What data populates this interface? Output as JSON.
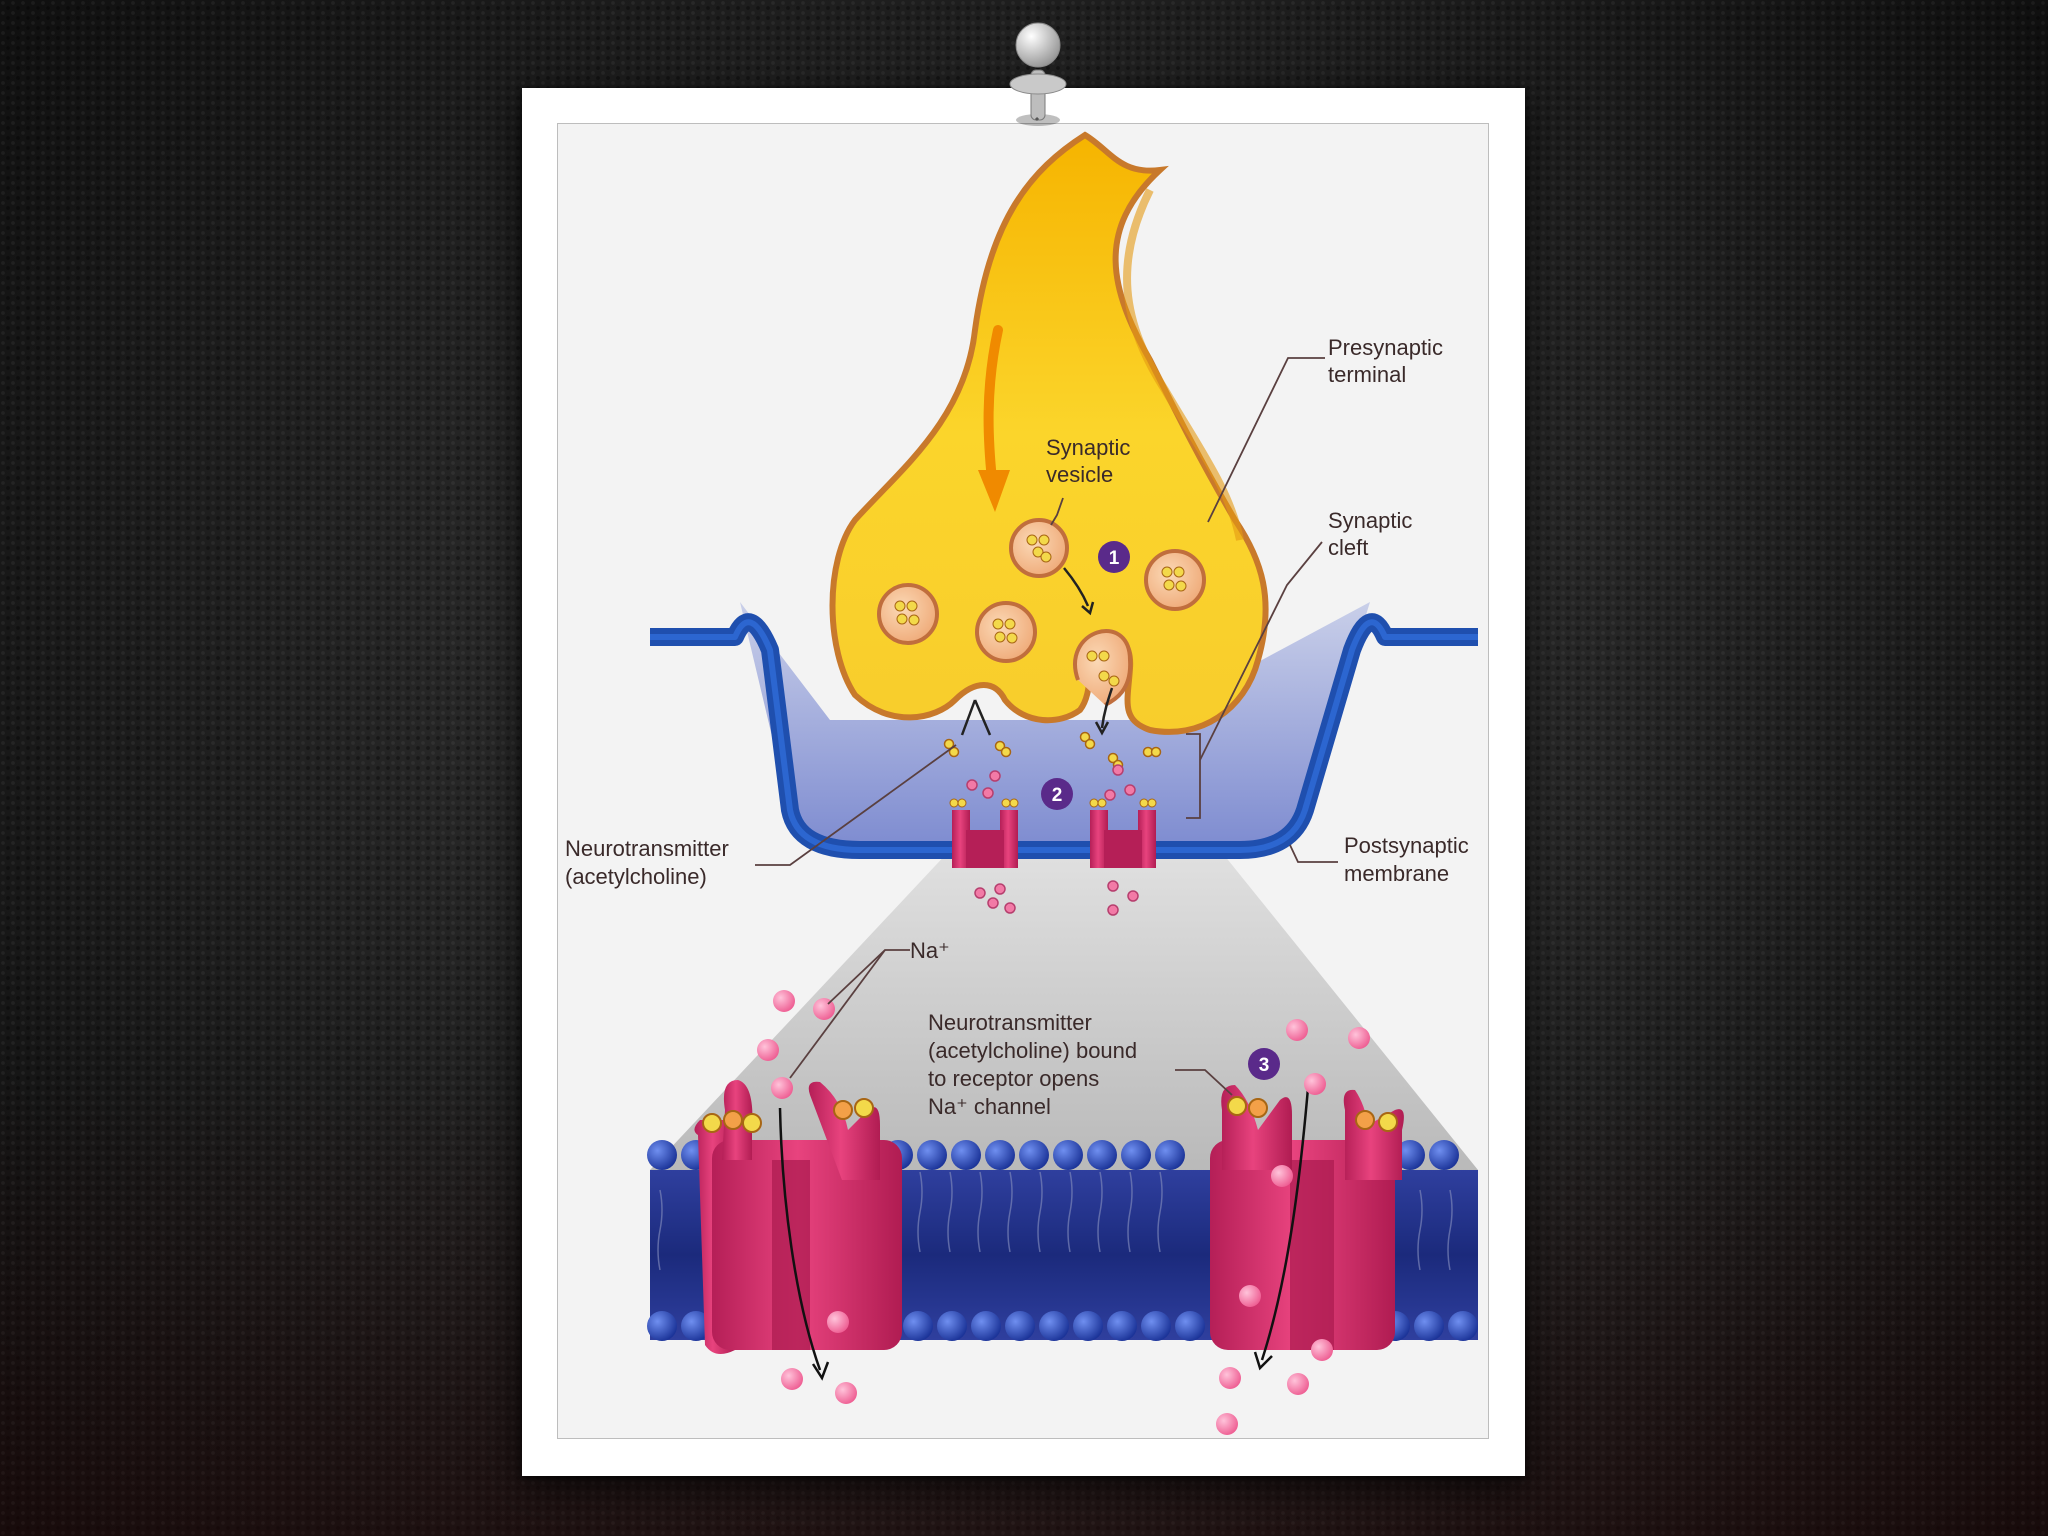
{
  "labels": {
    "presynaptic_terminal": [
      "Presynaptic",
      "terminal"
    ],
    "synaptic_vesicle": [
      "Synaptic",
      "vesicle"
    ],
    "synaptic_cleft": [
      "Synaptic",
      "cleft"
    ],
    "neurotransmitter": [
      "Neurotransmitter",
      "(acetylcholine)"
    ],
    "postsynaptic_membrane": [
      "Postsynaptic",
      "membrane"
    ],
    "sodium_ion": "Na⁺",
    "bound_receptor": [
      "Neurotransmitter",
      "(acetylcholine) bound",
      "to receptor opens",
      "Na⁺ channel"
    ]
  },
  "steps": [
    "1",
    "2",
    "3"
  ],
  "colors": {
    "terminal": "#f7c81a",
    "terminal_outline": "#c8792b",
    "membrane": "#1f4fae",
    "cleft": "#8f9ad6",
    "channel": "#d92f6a",
    "ion": "#f27aa6",
    "step_badge": "#5a2a8a"
  }
}
